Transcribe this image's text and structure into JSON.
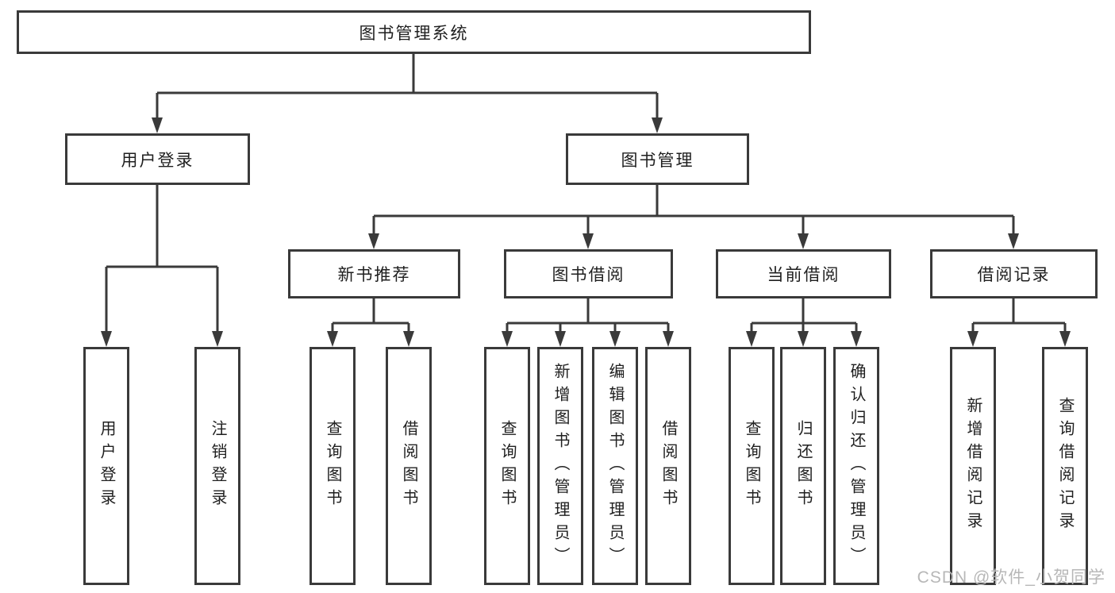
{
  "tree": {
    "root": {
      "label": "图书管理系统",
      "children": [
        {
          "label": "用户登录",
          "children": [
            {
              "label": "用户登录"
            },
            {
              "label": "注销登录"
            }
          ]
        },
        {
          "label": "图书管理",
          "children": [
            {
              "label": "新书推荐",
              "children": [
                {
                  "label": "查询图书"
                },
                {
                  "label": "借阅图书"
                }
              ]
            },
            {
              "label": "图书借阅",
              "children": [
                {
                  "label": "查询图书"
                },
                {
                  "label": "新增图书（管理员）"
                },
                {
                  "label": "编辑图书（管理员）"
                },
                {
                  "label": "借阅图书"
                }
              ]
            },
            {
              "label": "当前借阅",
              "children": [
                {
                  "label": "查询图书"
                },
                {
                  "label": "归还图书"
                },
                {
                  "label": "确认归还（管理员）"
                }
              ]
            },
            {
              "label": "借阅记录",
              "children": [
                {
                  "label": "新增借阅记录"
                },
                {
                  "label": "查询借阅记录"
                }
              ]
            }
          ]
        }
      ]
    }
  },
  "watermark": {
    "text": "CSDN @软件_小贺同学"
  },
  "colors": {
    "line": "#3a3a3a",
    "box_border": "#3a3a3a",
    "text": "#1f1f1f",
    "watermark": "#b7b7b7",
    "background": "#ffffff"
  }
}
